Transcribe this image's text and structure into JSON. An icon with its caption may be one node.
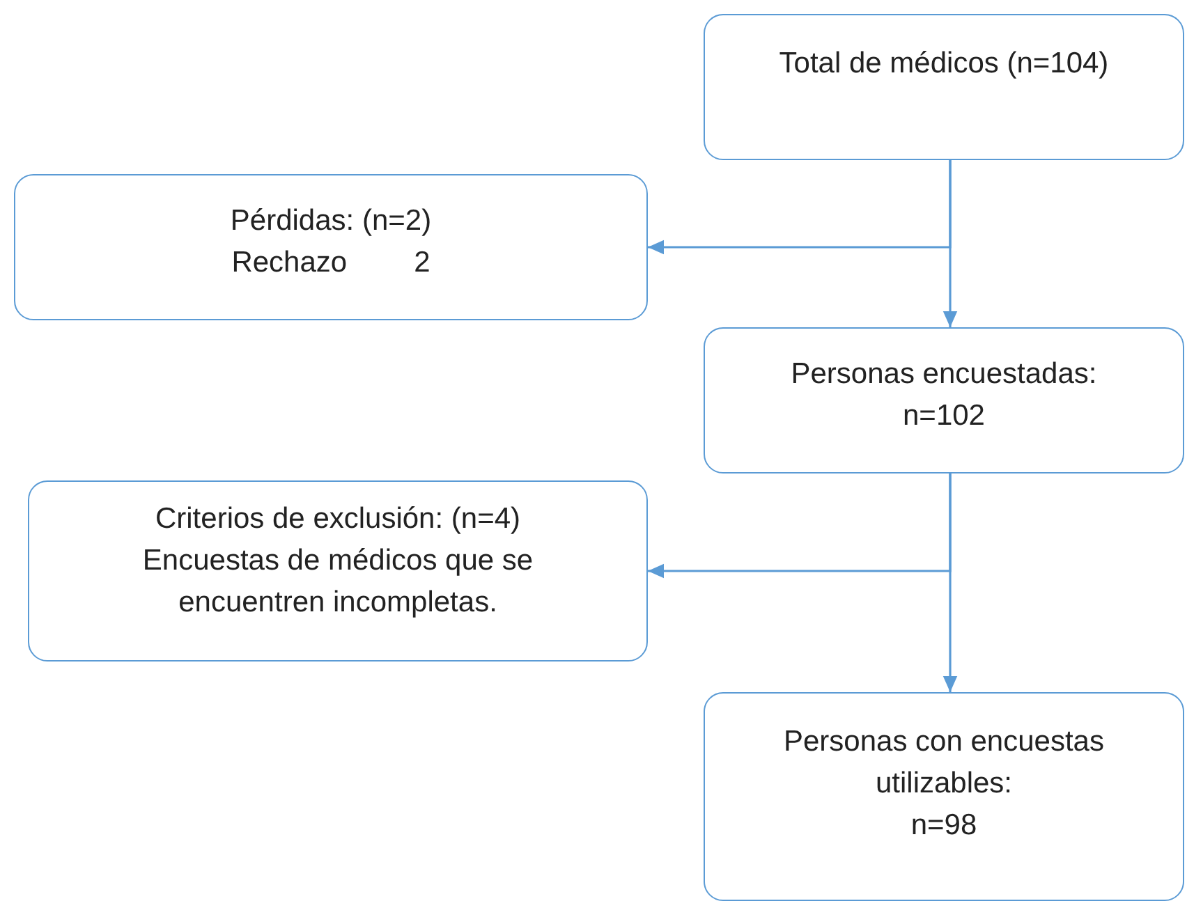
{
  "diagram": {
    "nodes": [
      {
        "text": [
          "Total de médicos (n=104)"
        ]
      },
      {
        "text": [
          "Pérdidas: (n=2)",
          "Rechazo",
          "2"
        ]
      },
      {
        "text": [
          "Personas encuestadas:",
          "n=102"
        ]
      },
      {
        "text": [
          "Criterios de exclusión: (n=4)",
          "Encuestas de médicos que se encuentren incompletas."
        ]
      },
      {
        "text": [
          "Personas con encuestas utilizables:",
          "n=98"
        ]
      }
    ],
    "edges": [
      {
        "from": 0,
        "to": 2,
        "arrow": "to"
      },
      {
        "from": 0,
        "to": 1,
        "arrow": "to"
      },
      {
        "from": 2,
        "to": 4,
        "arrow": "to"
      },
      {
        "from": 2,
        "to": 3,
        "arrow": "to"
      }
    ]
  }
}
